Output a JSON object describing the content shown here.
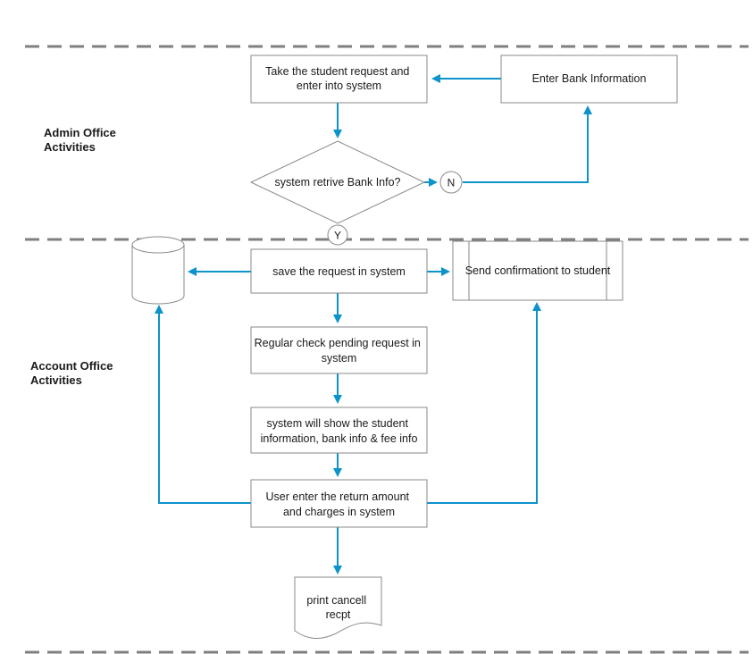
{
  "lanes": {
    "admin": {
      "line1": "Admin Office",
      "line2": "Activities"
    },
    "account": {
      "line1": "Account Office",
      "line2": "Activities"
    }
  },
  "nodes": {
    "take_request": {
      "line1": "Take the student request and",
      "line2": "enter into system"
    },
    "enter_bank": {
      "line1": "Enter Bank Information"
    },
    "decision": {
      "line1": "system retrive Bank Info?"
    },
    "connector_no": {
      "line1": "N"
    },
    "connector_yes": {
      "line1": "Y"
    },
    "save_request": {
      "line1": "save the request in system"
    },
    "send_confirmation": {
      "line1": "Send confirmationt to student"
    },
    "regular_check": {
      "line1": "Regular check pending request in",
      "line2": "system"
    },
    "show_info": {
      "line1": "system will show the student",
      "line2": "information, bank info & fee info"
    },
    "user_enter": {
      "line1": "User enter  the return amount",
      "line2": "and charges in system"
    },
    "print_receipt": {
      "line1": "print cancell",
      "line2": "recpt"
    }
  },
  "colors": {
    "edge": "#0c93c9",
    "lane_divider": "#7f7f7f",
    "box_border": "#8a8a8a",
    "text": "#1a1a1a"
  }
}
